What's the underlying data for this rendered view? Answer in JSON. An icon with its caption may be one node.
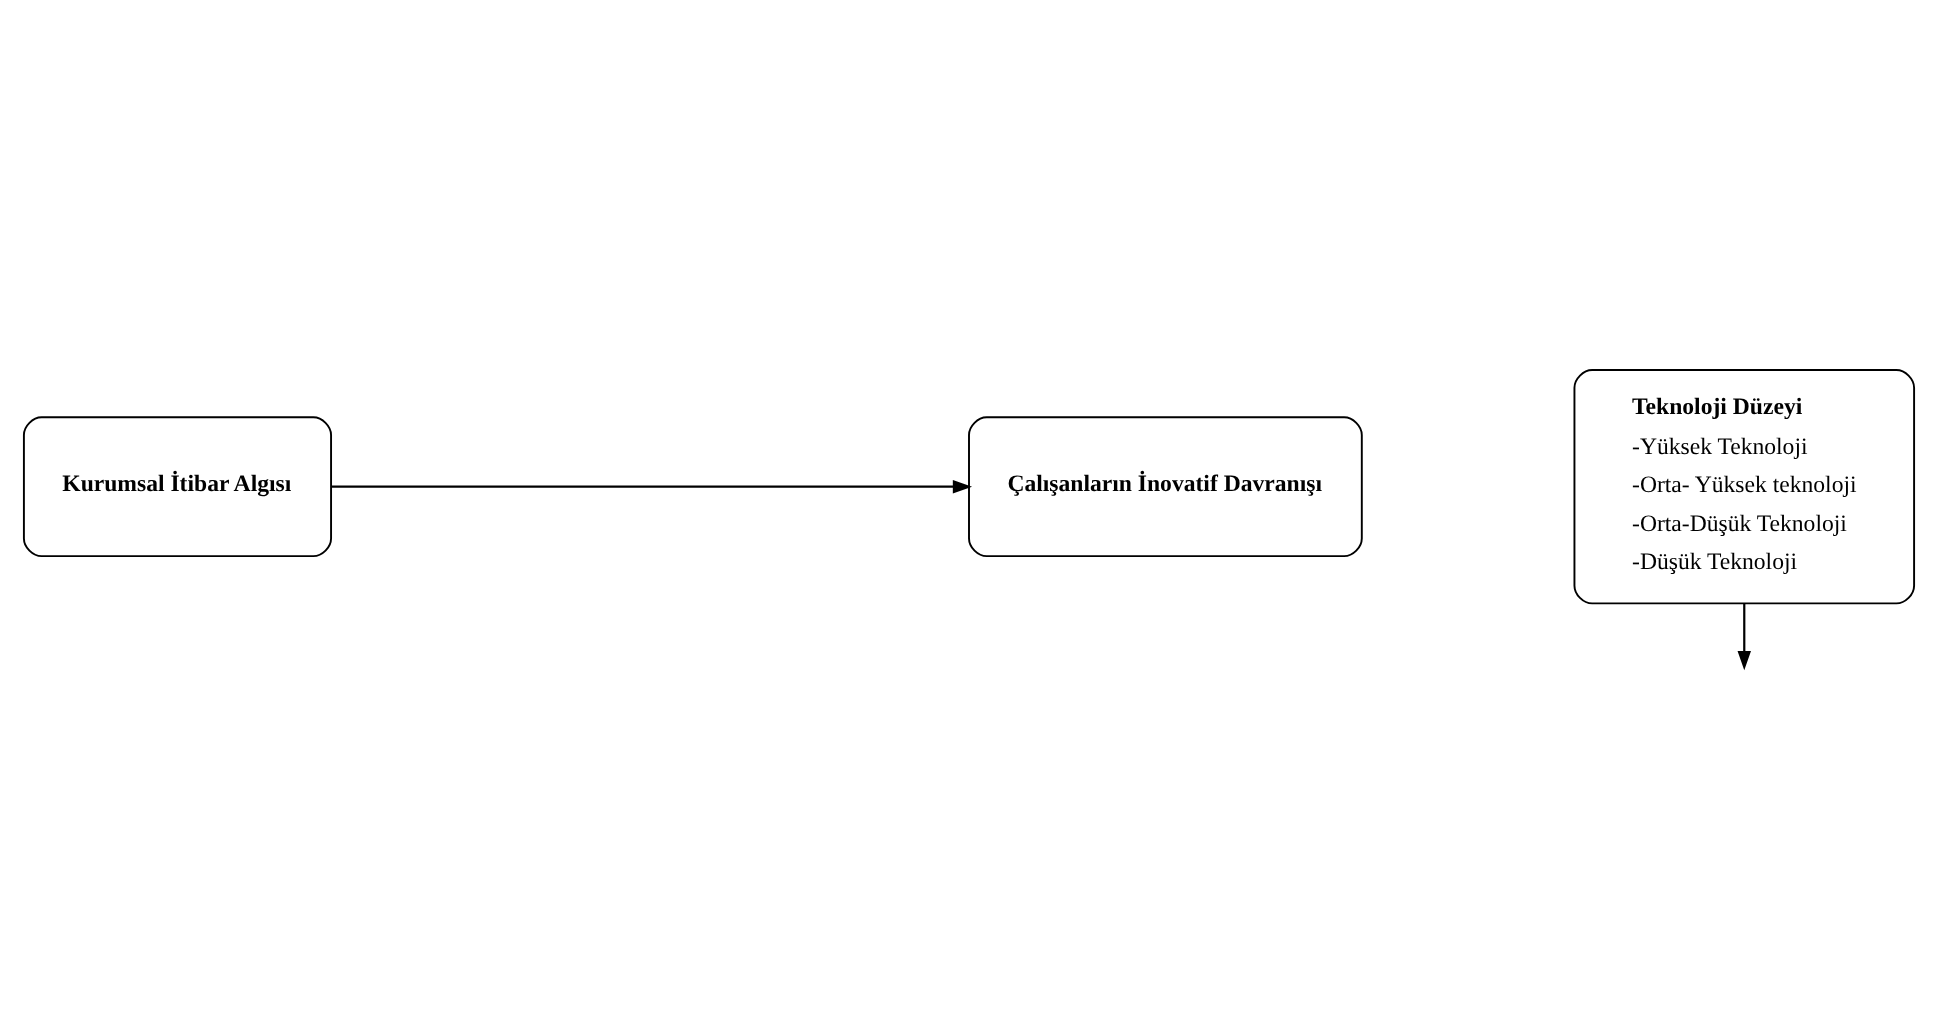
{
  "diagram": {
    "nodes": [
      {
        "text": [
          "Kurumsal İtibar Algısı"
        ]
      },
      {
        "text": [
          "Çalışanların İnovatif Davranışı"
        ]
      },
      {
        "text": [
          "Teknoloji Düzeyi",
          "-Yüksek Teknoloji",
          "-Orta- Yüksek teknoloji",
          "-Orta-Düşük Teknoloji",
          "-Düşük Teknoloji"
        ]
      }
    ],
    "edges": [
      {
        "from": 0,
        "to": 1,
        "arrow": "to"
      },
      {
        "from": 2,
        "to": null,
        "arrow": "to"
      }
    ]
  }
}
